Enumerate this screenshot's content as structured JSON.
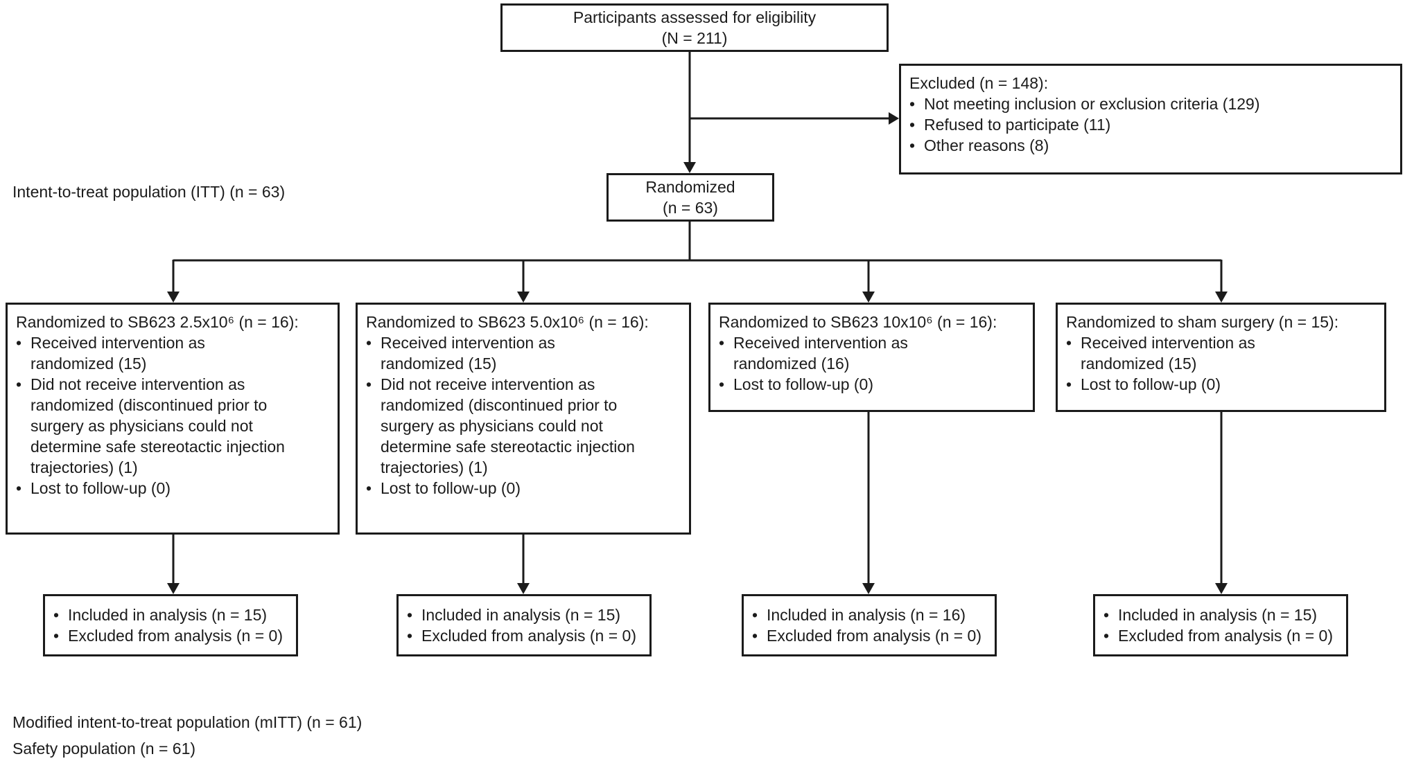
{
  "bullet": "•",
  "flow": {
    "eligibility": {
      "text": "Participants assessed for eligibility\n(N = 211)"
    },
    "excluded": {
      "title": "Excluded (n = 148):",
      "items": [
        "Not meeting inclusion or exclusion criteria (129)",
        "Refused to participate (11)",
        "Other reasons (8)"
      ]
    },
    "randomized": {
      "text": "Randomized\n(n = 63)"
    },
    "itt_label": "Intent-to-treat population (ITT) (n = 63)",
    "arms": [
      {
        "title": "Randomized to SB623 2.5x10⁶ (n = 16):",
        "items": [
          "Received intervention as\nrandomized (15)",
          "Did not receive intervention as\nrandomized (discontinued prior to\nsurgery as physicians could not\ndetermine safe stereotactic injection\ntrajectories) (1)",
          "Lost to follow-up (0)"
        ]
      },
      {
        "title": "Randomized to SB623 5.0x10⁶ (n = 16):",
        "items": [
          "Received intervention as\nrandomized (15)",
          "Did not receive intervention as\nrandomized (discontinued prior to\nsurgery as physicians could not\ndetermine safe stereotactic injection\ntrajectories) (1)",
          "Lost to follow-up (0)"
        ]
      },
      {
        "title": "Randomized to SB623 10x10⁶ (n = 16):",
        "items": [
          "Received intervention as\nrandomized (16)",
          "Lost to follow-up (0)"
        ]
      },
      {
        "title": "Randomized to sham surgery (n = 15):",
        "items": [
          "Received intervention as\nrandomized (15)",
          "Lost to follow-up (0)"
        ]
      }
    ],
    "analysis": [
      {
        "items": [
          "Included in analysis (n = 15)",
          "Excluded from analysis (n = 0)"
        ]
      },
      {
        "items": [
          "Included in analysis (n = 15)",
          "Excluded from analysis (n = 0)"
        ]
      },
      {
        "items": [
          "Included in analysis (n = 16)",
          "Excluded from analysis (n = 0)"
        ]
      },
      {
        "items": [
          "Included in analysis (n = 15)",
          "Excluded from analysis (n = 0)"
        ]
      }
    ],
    "mitt_label": "Modified intent-to-treat population (mITT) (n = 61)",
    "safety_label": "Safety population (n = 61)"
  },
  "colors": {
    "line": "#1b1b1b",
    "background": "#ffffff"
  }
}
